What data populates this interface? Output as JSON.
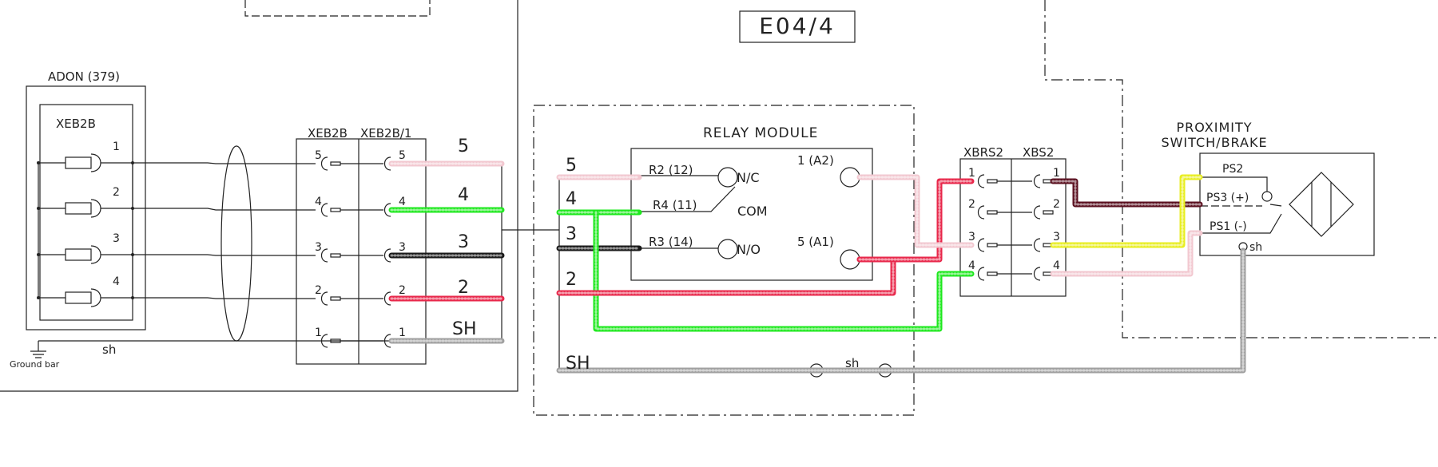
{
  "sheet_label": "E04/4",
  "colors": {
    "pink": "#f2c8d0",
    "green": "#1ee81e",
    "black": "#1a1a1a",
    "red": "#e8284b",
    "gray": "#a0a0a0",
    "darkred": "#5a0f1f",
    "yellow": "#e8ee20"
  },
  "adon": {
    "title": "ADON (379)",
    "connector": "XEB2B",
    "pins": [
      "1",
      "2",
      "3",
      "4"
    ],
    "shield_label": "sh",
    "ground_label": "Ground bar"
  },
  "terminal_block": {
    "left_label": "XEB2B",
    "right_label": "XEB2B/1",
    "left_pins": [
      "5",
      "4",
      "3",
      "2",
      "1"
    ],
    "right_pins": [
      "5",
      "4",
      "3",
      "2",
      "1"
    ],
    "wire_labels": [
      "5",
      "4",
      "3",
      "2",
      "SH"
    ]
  },
  "relay_module": {
    "title": "RELAY MODULE",
    "wire_labels": [
      "5",
      "4",
      "3",
      "2",
      "SH"
    ],
    "r2": "R2 (12)",
    "r4": "R4 (11)",
    "r3": "R3 (14)",
    "nc": "N/C",
    "com": "COM",
    "no": "N/O",
    "a2": "1 (A2)",
    "a1": "5 (A1)",
    "sh": "sh"
  },
  "xbrs2": {
    "left_label": "XBRS2",
    "right_label": "XBS2",
    "left_pins": [
      "1",
      "2",
      "3",
      "4"
    ],
    "right_pins": [
      "1",
      "2",
      "3",
      "4"
    ]
  },
  "prox_switch": {
    "title_line1": "PROXIMITY",
    "title_line2": "SWITCH/BRAKE",
    "ps2": "PS2",
    "ps3": "PS3 (+)",
    "ps1": "PS1 (-)",
    "sh": "sh"
  }
}
